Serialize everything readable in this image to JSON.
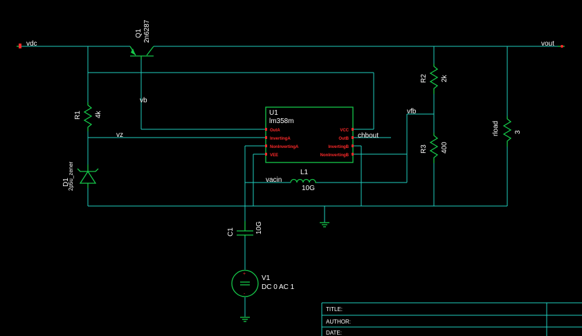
{
  "nets": {
    "vdc": "vdc",
    "vout": "vout",
    "vb": "vb",
    "vz": "vz",
    "vfb": "vfb",
    "chbout": "chbout",
    "vacin": "vacin"
  },
  "components": {
    "q1": {
      "ref": "Q1",
      "value": "2n6287"
    },
    "r1": {
      "ref": "R1",
      "value": "4k"
    },
    "d1": {
      "ref": "D1",
      "value": "2p5u_zener"
    },
    "u1": {
      "ref": "U1",
      "value": "lm358m",
      "pins_left": [
        "OutA",
        "InvertingA",
        "NonInvertingA",
        "VEE"
      ],
      "pins_right": [
        "VCC",
        "OutB",
        "InvertingB",
        "NonInvertingB"
      ]
    },
    "l1": {
      "ref": "L1",
      "value": "10G"
    },
    "c1": {
      "ref": "C1",
      "value": "10G"
    },
    "v1": {
      "ref": "V1",
      "value": "DC 0 AC 1"
    },
    "r2": {
      "ref": "R2",
      "value": "2k"
    },
    "r3": {
      "ref": "R3",
      "value": "400"
    },
    "rload": {
      "ref": "rload",
      "value": "3"
    }
  },
  "title_block": {
    "title_label": "TITLE:",
    "author_label": "AUTHOR:",
    "date_label": "DATE:"
  }
}
